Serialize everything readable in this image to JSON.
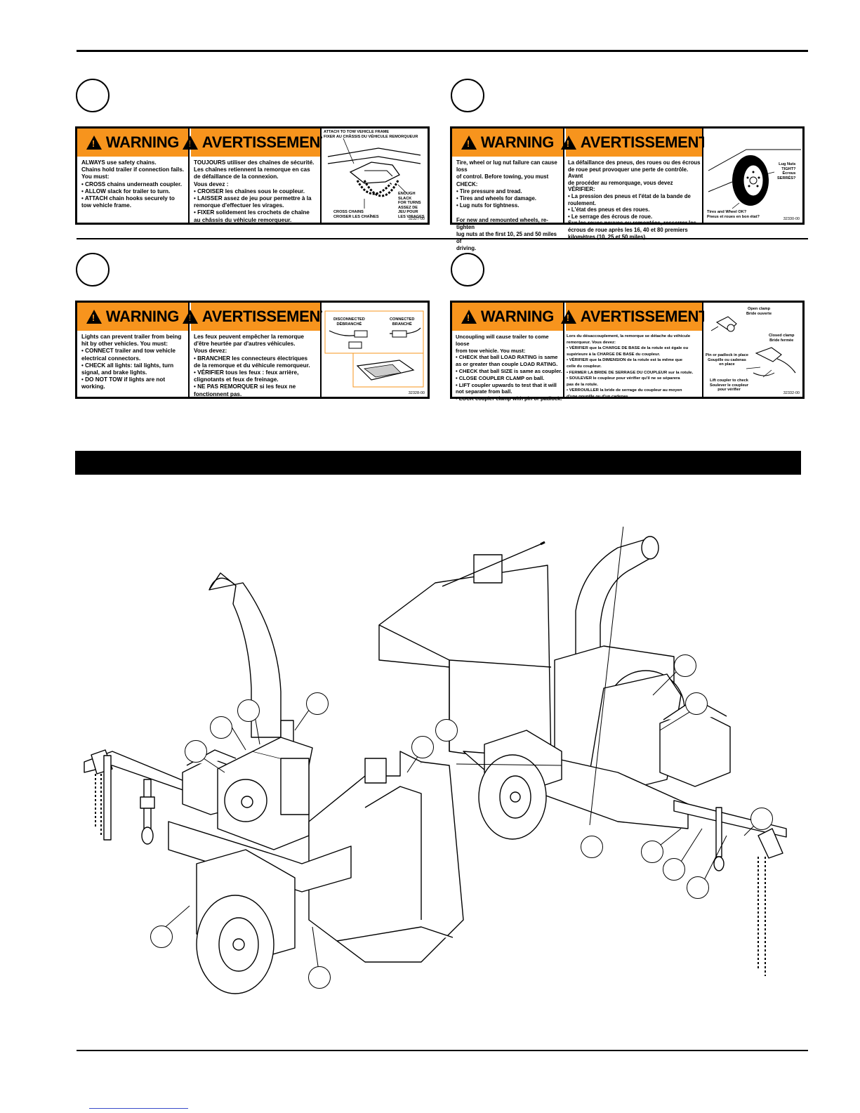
{
  "decals": [
    {
      "id": "safety-chains",
      "warning_en": "WARNING",
      "warning_fr": "AVERTISSEMENT",
      "text_en": "ALWAYS use safety chains.\nChains hold trailer if connection fails.\nYou must:\n• CROSS chains underneath coupler.\n• ALLOW slack for trailer to turn.\n• ATTACH chain hooks securely to\n   tow vehicle frame.",
      "text_fr": "TOUJOURS utiliser des chaînes de sécurité.\nLes chaînes retiennent la remorque en cas\nde défaillance de la connexion.\nVous devez :\n• CROISER les chaînes sous le coupleur.\n• LAISSER assez de jeu pour permettre à la\n   remorque d'effectuer les virages.\n• FIXER solidement les crochets de chaîne\n   au châssis du véhicule remorqueur.",
      "label_top": "ATTACH TO TOW VEHICLE FRAME\nFIXER AU CHÂSSIS DU VÉHICULE REMORQUEUR",
      "label_slack": "ENOUGH SLACK\nFOR TURNS\nASSEZ DE\nJEU POUR\nLES VIRAGES",
      "label_cross": "CROSS CHAINS\nCROISER LES CHAÎNES",
      "code": "32327-00"
    },
    {
      "id": "tires-wheels",
      "warning_en": "WARNING",
      "warning_fr": "AVERTISSEMENT",
      "text_en": "Tire, wheel or lug nut failure can cause loss\nof control. Before towing, you must CHECK:\n• Tire pressure and tread.\n• Tires and wheels for damage.\n• Lug nuts for tightness.\n\nFor new and remounted wheels, re-tighten\nlug nuts at the first 10, 25 and 50 miles of\ndriving.",
      "text_fr": "La défaillance des pneus, des roues ou des écrous\nde roue peut provoquer une perte de contrôle. Avant\nde procéder au remorquage, vous devez VÉRIFIER:\n• La pression des pneus et l'état de la bande de\n   roulement.\n• L'état des pneus et des roues.\n• Le serrage des écrous de roue.\nSur les roues neuves ou remontées, resserrer les\nécrous de roue après les 16, 40 et 80 premiers\nkilomètres (10, 25 et 50 miles).",
      "label_lug": "Lug Nuts\nTIGHT?\nÉcrous\nSERRÉS?",
      "label_tires": "Tires and Wheel OK?\nPneus et roues en bon état?",
      "code": "32330-00"
    },
    {
      "id": "lights",
      "warning_en": "WARNING",
      "warning_fr": "AVERTISSEMENT",
      "text_en": "Lights can prevent trailer from being\nhit by other vehicles. You must:\n• CONNECT trailer and tow vehicle\n   electrical connectors.\n• CHECK all lights: tail lights, turn\n   signal, and brake lights.\n• DO NOT TOW if lights are not\n   working.",
      "text_fr": "Les feux peuvent empêcher la remorque\nd'être heurtée par d'autres véhicules.\nVous devez:\n• BRANCHER les connecteurs électriques\n   de la remorque et du véhicule remorqueur.\n• VÉRIFIER tous les feux : feux arrière,\n   clignotants et feux de freinage.\n• NE PAS REMORQUER si les feux ne\n   fonctionnent pas.",
      "label_disc": "DISCONNECTED\nDÉBRANCHÉ",
      "label_conn": "CONNECTED\nBRANCHÉ",
      "code": "32328-00"
    },
    {
      "id": "coupler",
      "warning_en": "WARNING",
      "warning_fr": "AVERTISSEMENT",
      "text_en": "Uncoupling will cause trailer to come loose\nfrom tow vehicle. You must:\n• CHECK that ball LOAD RATING is same\n   as or greater than couple LOAD RATING.\n• CHECK that ball SIZE is same as coupler.\n• CLOSE COUPLER CLAMP on ball.\n• LIFT coupler upwards to test that it will\n   not separate from ball.\n• LOCK coupler clamp with pin or padlock.",
      "text_fr": "Lors du désaccouplement, la remorque se détache du véhicule\nremorqueur. Vous devez:\n• VÉRIFIER que la CHARGE DE BASE de la rotule est égale ou\n   supérieure à la CHARGE DE BASE du coupleur.\n• VÉRIFIER que la DIMENSION de la rotule est la même que\n   celle du coupleur.\n• FERMER LA BRIDE DE SERRAGE DU COUPLEUR sur la rotule.\n• SOULEVER le coupleur pour vérifier qu'il ne se séparera\n   pas de la rotule.\n• VERROUILLER la bride de serrage du coupleur au moyen\n   d'une goupille ou d'un cadenas.",
      "label_open": "Open clamp\nBride ouverte",
      "label_closed": "Closed clamp\nBride fermée",
      "label_pin": "Pin or padlock in place\nGoupille ou cadenas\nen place",
      "label_lift": "Lift coupler to check\nSoulever le coupleur\npour vérifier",
      "code": "32332-00"
    }
  ],
  "colors": {
    "warning_orange": "#f7941d",
    "ink": "#000000",
    "footer_link": "#3a4bc9"
  },
  "icons": [
    "warning-triangle-icon"
  ]
}
